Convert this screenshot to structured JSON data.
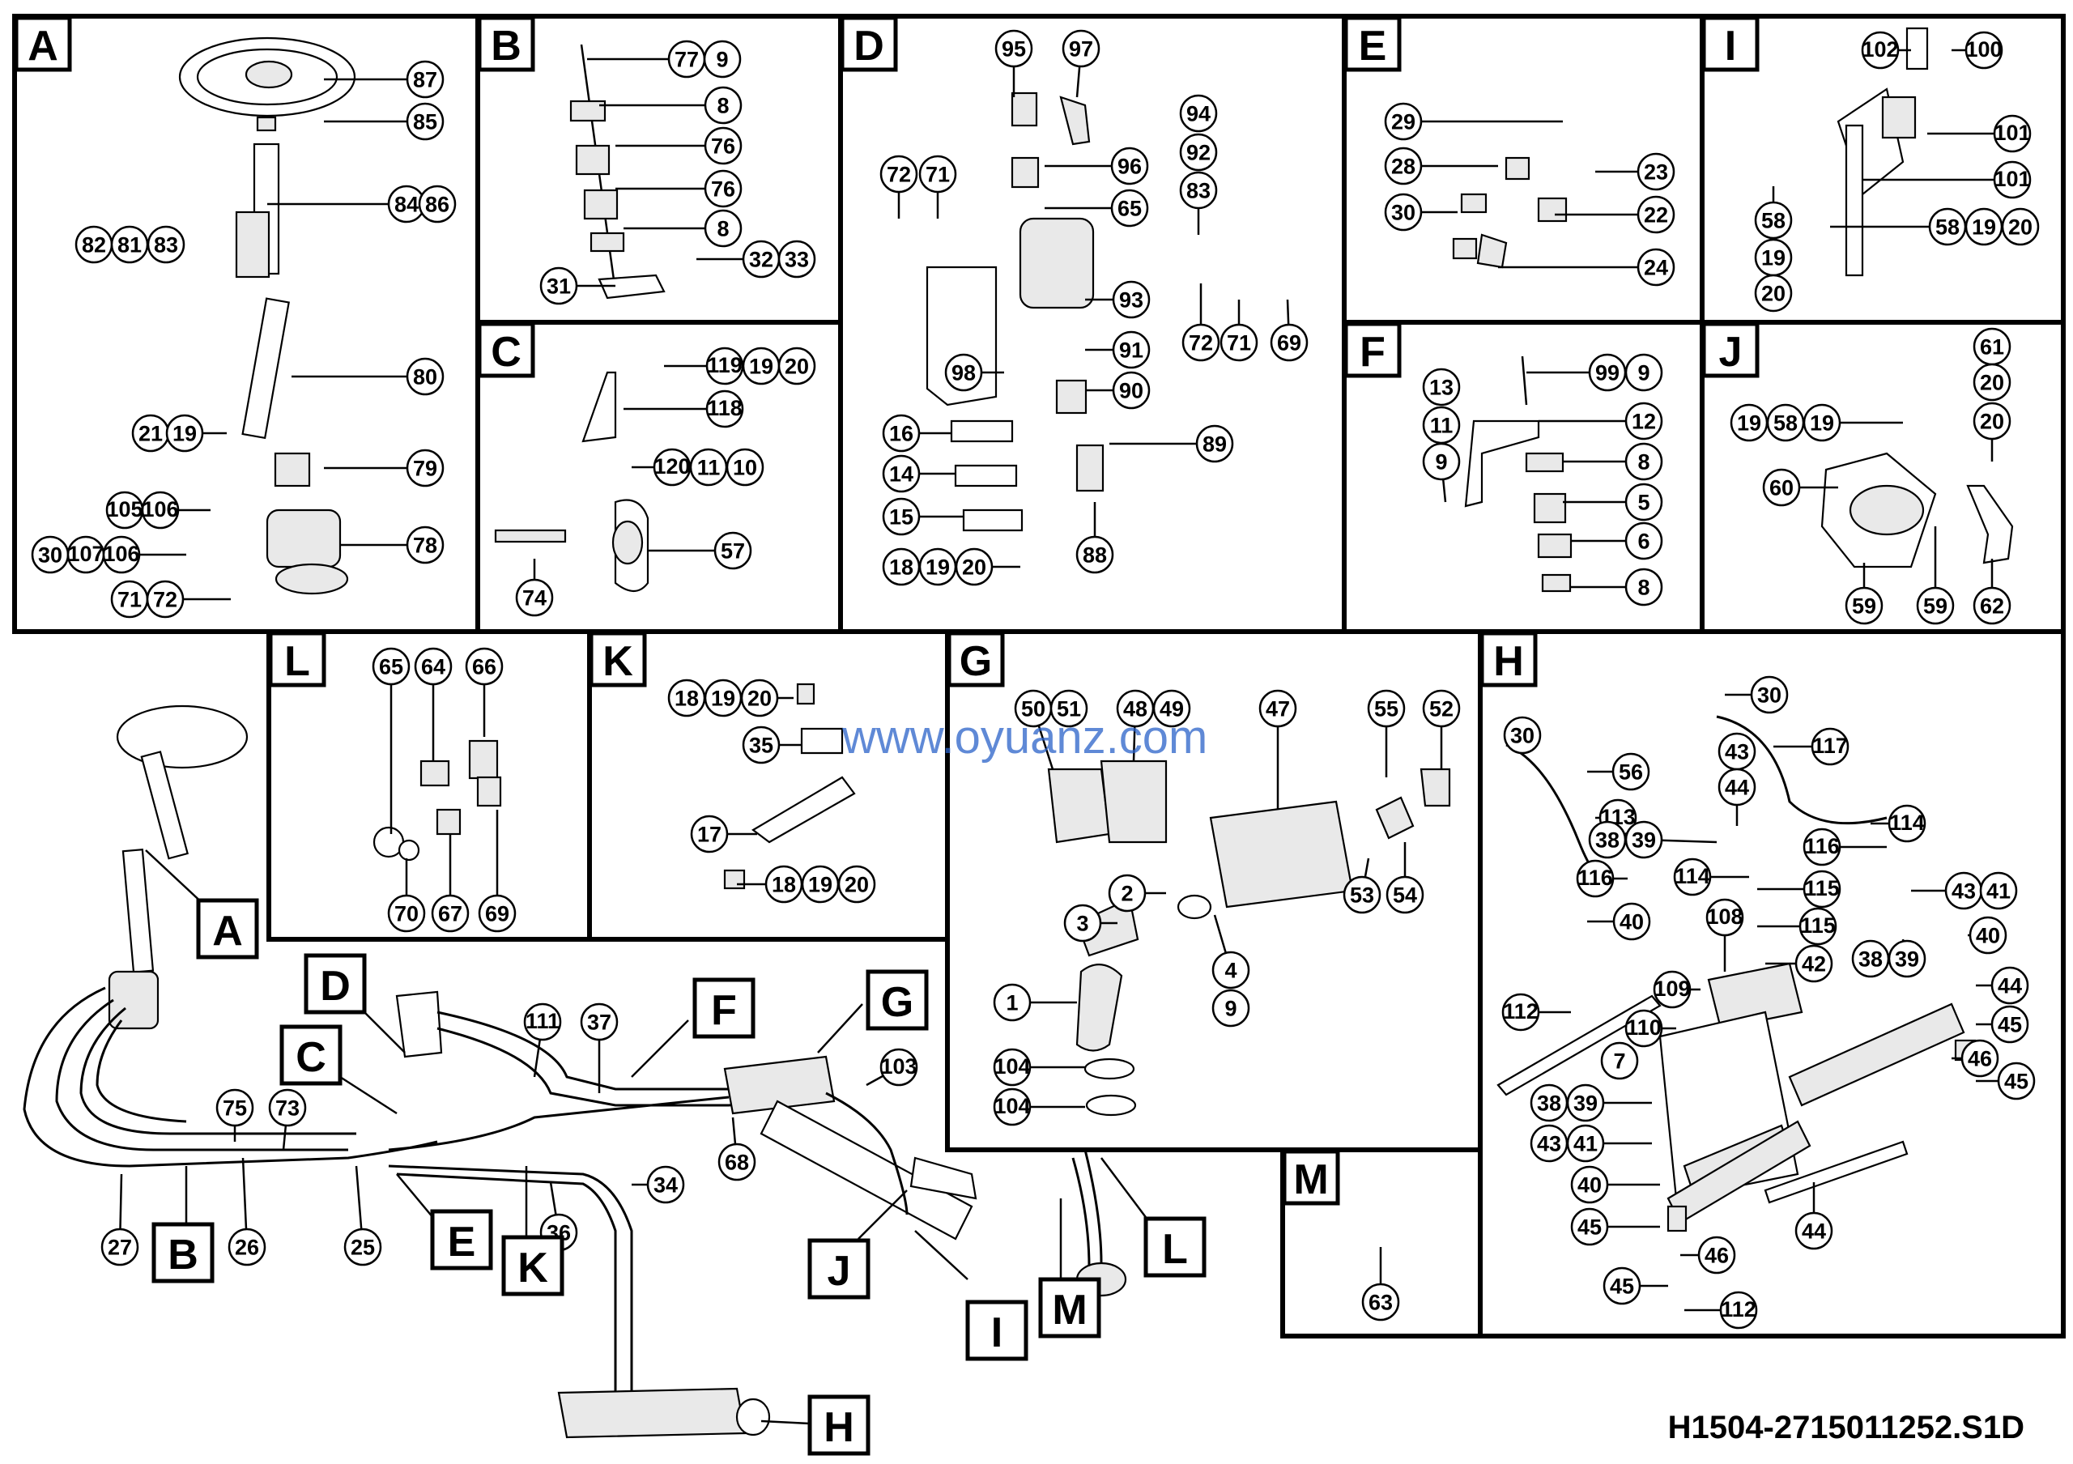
{
  "diagram_id": "H1504-2715011252.S1D",
  "watermark": "www.oyuanz.com",
  "panels": {
    "A": {
      "letter": "A",
      "callouts": [
        "87",
        "85",
        "84",
        "86",
        "82",
        "81",
        "83",
        "80",
        "21",
        "19",
        "79",
        "105",
        "106",
        "30",
        "107",
        "106",
        "78",
        "71",
        "72"
      ]
    },
    "B": {
      "letter": "B",
      "callouts": [
        "77",
        "9",
        "8",
        "76",
        "76",
        "8",
        "32",
        "33",
        "31"
      ]
    },
    "C": {
      "letter": "C",
      "callouts": [
        "119",
        "19",
        "20",
        "118",
        "120",
        "11",
        "10",
        "57",
        "74"
      ]
    },
    "D": {
      "letter": "D",
      "callouts": [
        "95",
        "97",
        "72",
        "71",
        "96",
        "65",
        "94",
        "92",
        "83",
        "93",
        "98",
        "72",
        "71",
        "69",
        "91",
        "90",
        "16",
        "14",
        "15",
        "89",
        "18",
        "19",
        "20",
        "88"
      ]
    },
    "E": {
      "letter": "E",
      "callouts": [
        "29",
        "28",
        "23",
        "30",
        "22",
        "24"
      ]
    },
    "I": {
      "letter": "I",
      "callouts": [
        "102",
        "100",
        "101",
        "101",
        "58",
        "58",
        "19",
        "20",
        "19",
        "20"
      ]
    },
    "F": {
      "letter": "F",
      "callouts": [
        "13",
        "99",
        "9",
        "11",
        "12",
        "9",
        "8",
        "5",
        "6",
        "8"
      ]
    },
    "J": {
      "letter": "J",
      "callouts": [
        "61",
        "19",
        "58",
        "19",
        "20",
        "20",
        "60",
        "59",
        "59",
        "62"
      ]
    },
    "L": {
      "letter": "L",
      "callouts": [
        "65",
        "64",
        "66",
        "70",
        "67",
        "69"
      ]
    },
    "K": {
      "letter": "K",
      "callouts": [
        "18",
        "19",
        "20",
        "35",
        "17",
        "18",
        "19",
        "20"
      ]
    },
    "G": {
      "letter": "G",
      "callouts": [
        "50",
        "51",
        "48",
        "49",
        "47",
        "55",
        "52",
        "2",
        "3",
        "4",
        "9",
        "53",
        "54",
        "1",
        "104",
        "104"
      ]
    },
    "H": {
      "letter": "H",
      "callouts": [
        "30",
        "30",
        "117",
        "56",
        "43",
        "44",
        "113",
        "114",
        "38",
        "39",
        "116",
        "114",
        "40",
        "115",
        "115",
        "42",
        "43",
        "41",
        "108",
        "116",
        "40",
        "38",
        "39",
        "109",
        "44",
        "112",
        "110",
        "45",
        "7",
        "46",
        "45",
        "38",
        "39",
        "43",
        "41",
        "40",
        "44",
        "45",
        "46",
        "45",
        "112"
      ]
    },
    "M": {
      "letter": "M",
      "callouts": [
        "63"
      ]
    }
  },
  "overview": {
    "callouts": [
      "111",
      "37",
      "103",
      "75",
      "73",
      "68",
      "27",
      "26",
      "25",
      "34",
      "36"
    ],
    "pointer_letters": [
      "A",
      "B",
      "C",
      "D",
      "E",
      "F",
      "G",
      "H",
      "I",
      "J",
      "K",
      "L",
      "M"
    ]
  }
}
